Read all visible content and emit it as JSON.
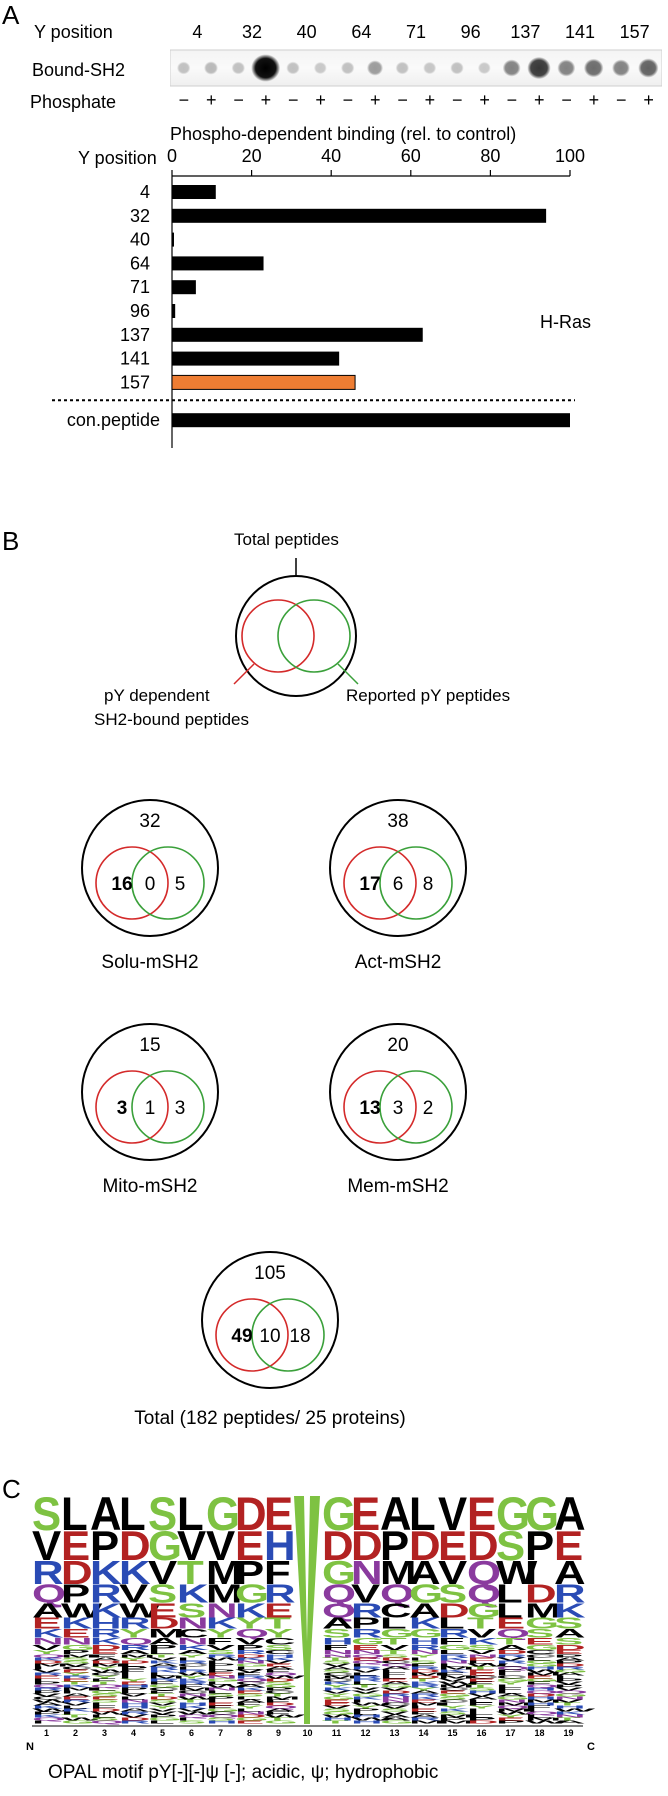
{
  "panel_a": {
    "label": "A",
    "blot": {
      "y_position_label": "Y position",
      "y_positions": [
        "4",
        "32",
        "40",
        "64",
        "71",
        "96",
        "137",
        "141",
        "157"
      ],
      "bound_label": "Bound-SH2",
      "phosphate_label": "Phosphate",
      "phosphate_signs": [
        "−",
        "+",
        "−",
        "+",
        "−",
        "+",
        "−",
        "+",
        "−",
        "+",
        "−",
        "+",
        "−",
        "+",
        "−",
        "+",
        "−",
        "+"
      ]
    },
    "chart_data": {
      "type": "bar",
      "title": "Phospho-dependent binding (rel. to control)",
      "ylabel": "Y position",
      "categories": [
        "4",
        "32",
        "40",
        "64",
        "71",
        "96",
        "137",
        "141",
        "157",
        "con.peptide"
      ],
      "values": [
        11,
        94,
        0.5,
        23,
        6,
        0.8,
        63,
        42,
        46,
        100
      ],
      "highlight": "157",
      "bar_color": "#000000",
      "highlight_color": "#ee7d33",
      "xlim": [
        0,
        100
      ],
      "xticks": [
        "0",
        "20",
        "40",
        "60",
        "80",
        "100"
      ],
      "annotation": "H-Ras"
    }
  },
  "panel_b": {
    "label": "B",
    "legend": {
      "total": "Total peptides",
      "dependent_line1": "pY dependent",
      "dependent_line2": "SH2-bound peptides",
      "reported": "Reported pY peptides"
    },
    "venns": [
      {
        "total": "32",
        "left": "16",
        "mid": "0",
        "right": "5",
        "name": "Solu-mSH2"
      },
      {
        "total": "38",
        "left": "17",
        "mid": "6",
        "right": "8",
        "name": "Act-mSH2"
      },
      {
        "total": "15",
        "left": "3",
        "mid": "1",
        "right": "3",
        "name": "Mito-mSH2"
      },
      {
        "total": "20",
        "left": "13",
        "mid": "3",
        "right": "2",
        "name": "Mem-mSH2"
      }
    ],
    "total_venn": {
      "total": "105",
      "left": "49",
      "mid": "10",
      "right": "18",
      "name": "Total (182 peptides/ 25 proteins)"
    },
    "colors": {
      "red": "#d42a2a",
      "green": "#3aa03a"
    }
  },
  "panel_c": {
    "label": "C",
    "n_label": "N",
    "c_label": "C",
    "positions": [
      "1",
      "2",
      "3",
      "4",
      "5",
      "6",
      "7",
      "8",
      "9",
      "10",
      "11",
      "12",
      "13",
      "14",
      "15",
      "16",
      "17",
      "18",
      "19"
    ],
    "top_letters": [
      "S",
      "L",
      "A",
      "L",
      "S",
      "L",
      "G",
      "D",
      "E",
      "Y",
      "G",
      "E",
      "A",
      "L",
      "V",
      "E",
      "G",
      "G",
      "A"
    ],
    "second_letters": [
      "V",
      "E",
      "P",
      "D",
      "G",
      "V",
      "V",
      "E",
      "H",
      "",
      "D",
      "D",
      "P",
      "D",
      "E",
      "D",
      "S",
      "P",
      "E"
    ],
    "caption": "OPAL motif  pY[-][-]ψ  [-]; acidic, ψ; hydrophobic",
    "colors": {
      "hydrophobic": "#000000",
      "acidic": "#b22222",
      "basic": "#2a4bb5",
      "polar": "#7ec242",
      "amide": "#8a3a9e"
    }
  }
}
